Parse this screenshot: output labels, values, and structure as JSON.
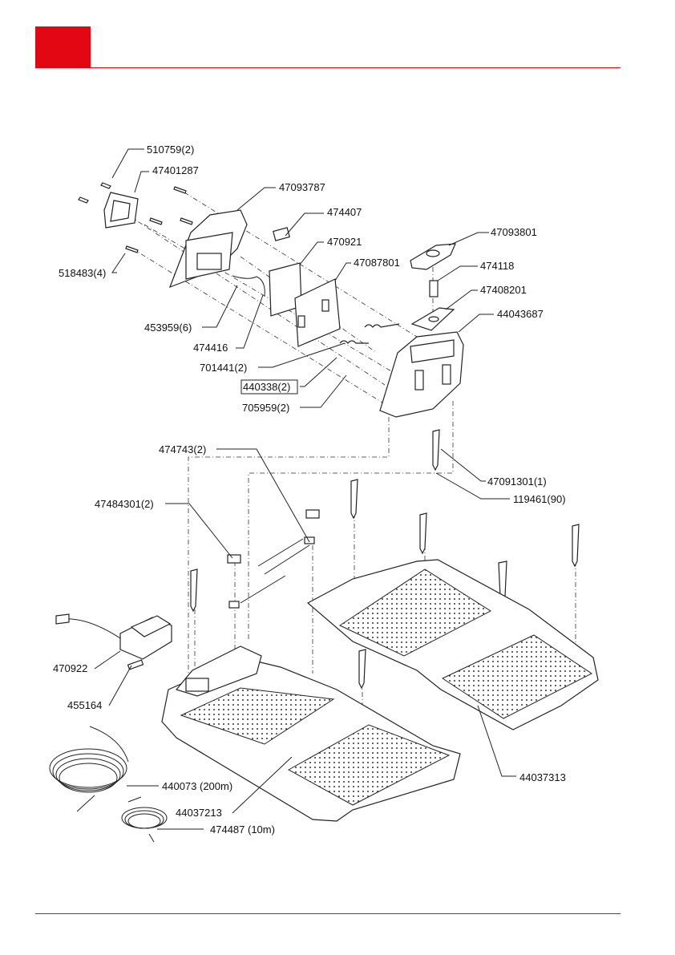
{
  "header": {
    "accent_color": "#e30613"
  },
  "diagram": {
    "labels": {
      "p510759": "510759(2)",
      "p47401287": "47401287",
      "p47093787": "47093787",
      "p474407": "474407",
      "p470921": "470921",
      "p47087801": "47087801",
      "p47093801": "47093801",
      "p474118": "474118",
      "p47408201": "47408201",
      "p44043687": "44043687",
      "p518483": "518483(4)",
      "p453959": "453959(6)",
      "p474416": "474416",
      "p701441": "701441(2)",
      "p440338": "440338(2)",
      "p705959": "705959(2)",
      "p474743": "474743(2)",
      "p47091301": "47091301(1)",
      "p119461": "119461(90)",
      "p47484301": "47484301(2)",
      "p470922": "470922",
      "p455164": "455164",
      "p440073": "440073 (200m)",
      "p44037213": "44037213",
      "p474487": "474487 (10m)",
      "p44037313": "44037313"
    }
  }
}
